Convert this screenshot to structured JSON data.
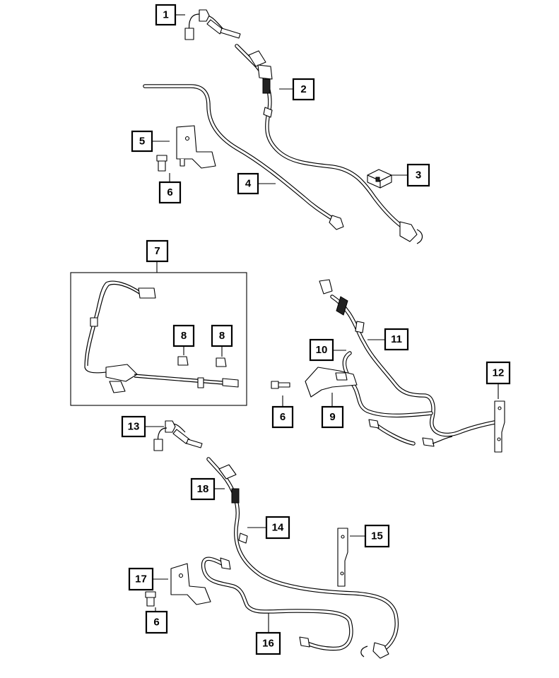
{
  "callouts": {
    "c1": "1",
    "c2": "2",
    "c3": "3",
    "c4": "4",
    "c5": "5",
    "c6a": "6",
    "c7": "7",
    "c8a": "8",
    "c8b": "8",
    "c6b": "6",
    "c9": "9",
    "c10": "10",
    "c11": "11",
    "c12": "12",
    "c13": "13",
    "c14": "14",
    "c15": "15",
    "c16": "16",
    "c17": "17",
    "c18": "18",
    "c6c": "6"
  }
}
